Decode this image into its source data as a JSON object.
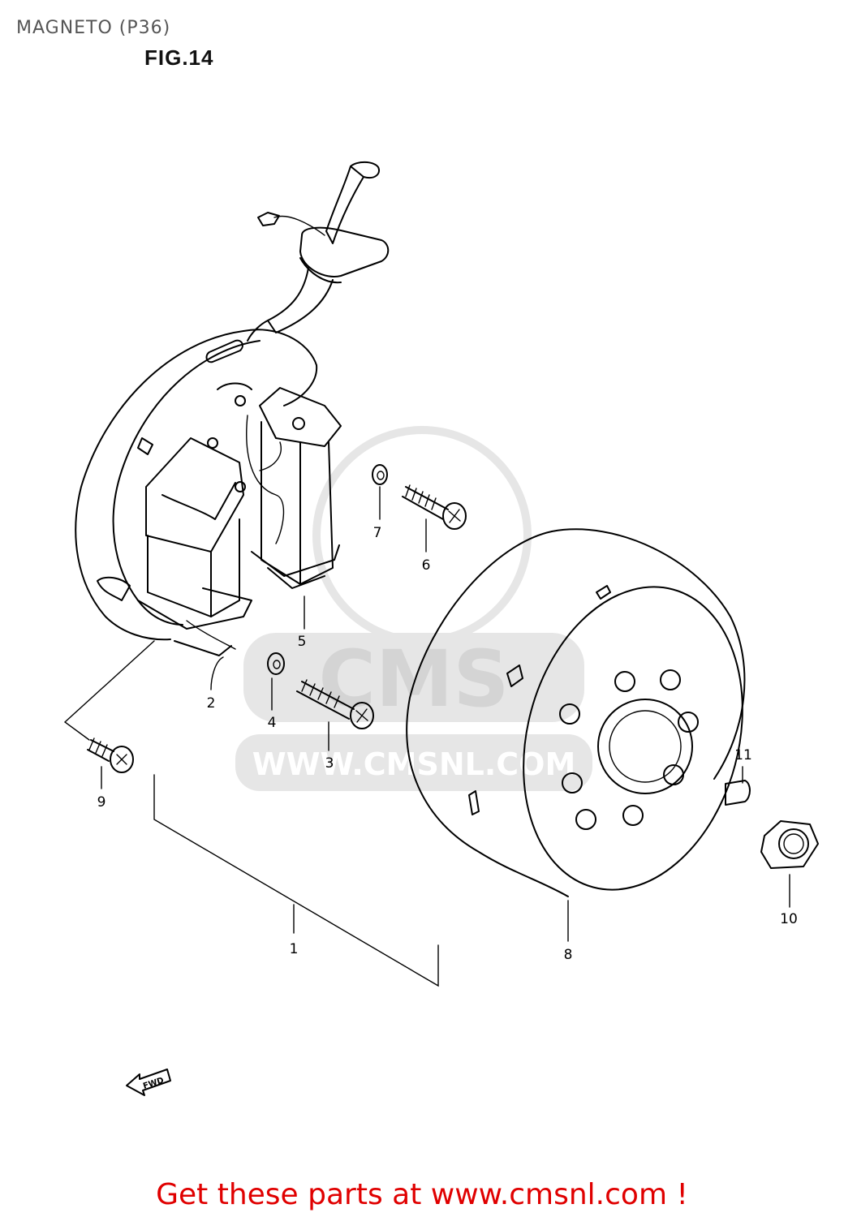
{
  "header": {
    "title": "MAGNETO (P36)",
    "figure": "FIG.14"
  },
  "callouts": {
    "p1": "1",
    "p2": "2",
    "p3": "3",
    "p4": "4",
    "p5": "5",
    "p6": "6",
    "p7": "7",
    "p8": "8",
    "p9": "9",
    "p10": "10",
    "p11": "11"
  },
  "forward_arrow": "FWD",
  "watermark": {
    "brand": "CMS",
    "url": "WWW.CMSNL.COM"
  },
  "footer": {
    "cta": "Get these parts at www.cmsnl.com !"
  },
  "colors": {
    "cta": "#e00000",
    "title": "#555555",
    "watermark": "#e6e6e6"
  }
}
